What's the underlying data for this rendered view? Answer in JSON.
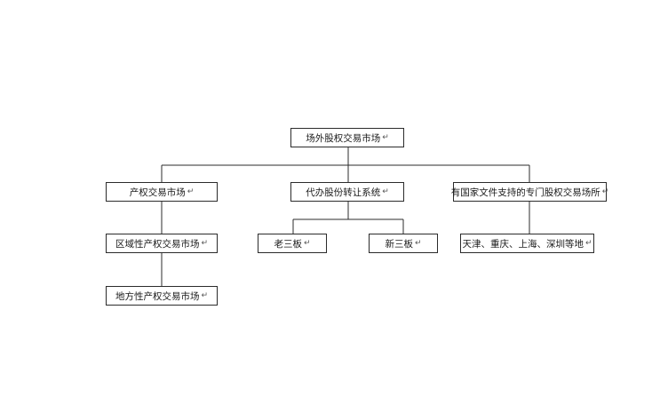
{
  "diagram": {
    "root": "场外股权交易市场",
    "branches": {
      "property_rights": "产权交易市场",
      "agency_transfer": "代办股份转让系统",
      "designated_venues": "有国家文件支持的专门股权交易场所"
    },
    "leaves": {
      "regional_property": "区域性产权交易市场",
      "local_property": "地方性产权交易市场",
      "old_third_board": "老三板",
      "new_third_board": "新三板",
      "cities": "天津、重庆、上海、深圳等地"
    },
    "paragraph_mark": "↵"
  }
}
